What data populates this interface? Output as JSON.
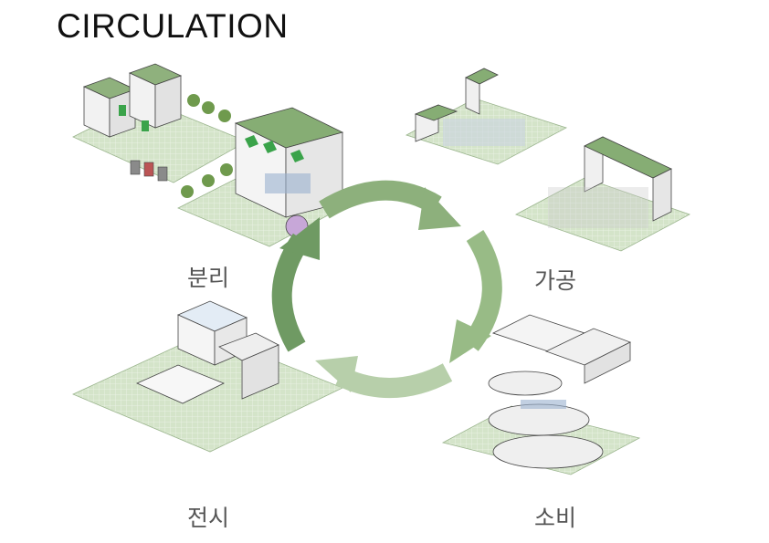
{
  "title": "CIRCULATION",
  "stages": [
    {
      "key": "separation",
      "label": "분리"
    },
    {
      "key": "processing",
      "label": "가공"
    },
    {
      "key": "consumption",
      "label": "소비"
    },
    {
      "key": "exhibition",
      "label": "전시"
    }
  ],
  "colors": {
    "arrow_dark": "#6f9a63",
    "arrow_mid": "#98bb86",
    "arrow_light": "#b7cfaa",
    "ground": "#cfe0c4",
    "roof": "#7fa56c",
    "line": "#444444"
  }
}
